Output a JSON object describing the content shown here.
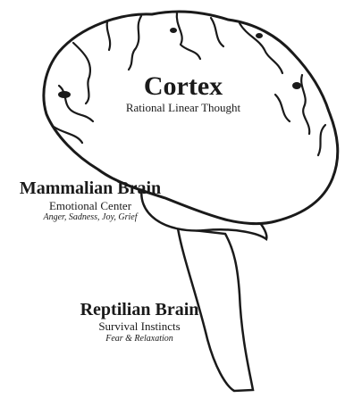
{
  "diagram": {
    "colors": {
      "ink": "#1a1a1a",
      "fill": "#ffffff"
    },
    "regions": [
      {
        "id": "cortex",
        "title": "Cortex",
        "subtitle": "Rational Linear Thought"
      },
      {
        "id": "mammalian",
        "title": "Mammalian Brain",
        "subtitle": "Emotional Center",
        "note": "Anger, Sadness, Joy, Grief"
      },
      {
        "id": "reptilian",
        "title": "Reptilian Brain",
        "subtitle": "Survival Instincts",
        "note": "Fear & Relaxation"
      }
    ]
  }
}
